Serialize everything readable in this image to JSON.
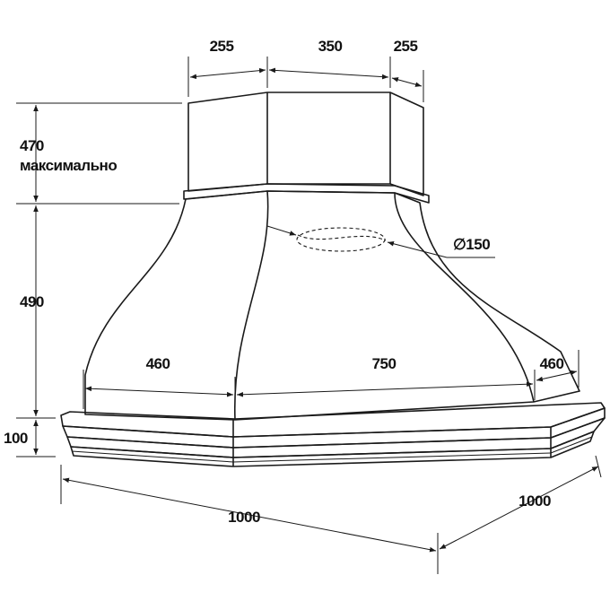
{
  "diagram": {
    "labels": {
      "top_left": "255",
      "top_mid": "350",
      "top_right": "255",
      "height_upper": "470",
      "height_upper_note": "максимально",
      "height_mid": "490",
      "height_base": "100",
      "width_left": "460",
      "width_mid": "750",
      "width_right": "460",
      "depth_left": "1000",
      "depth_right": "1000",
      "duct_diameter": "∅150"
    }
  }
}
